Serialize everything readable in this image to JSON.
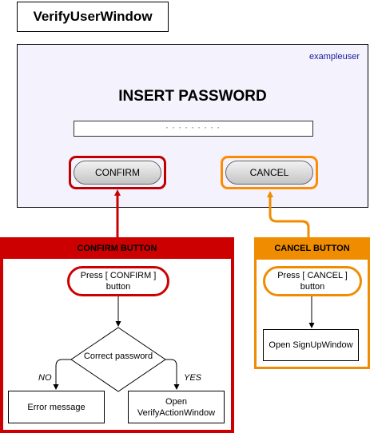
{
  "window_title_box": {
    "label": "VerifyUserWindow"
  },
  "window": {
    "username": "exampleuser",
    "heading": "INSERT PASSWORD",
    "password_field": {
      "value": "·········"
    },
    "confirm_button": {
      "label": "CONFIRM"
    },
    "cancel_button": {
      "label": "CANCEL"
    }
  },
  "confirm_panel": {
    "header": "CONFIRM BUTTON",
    "start": "Press [ CONFIRM ] button",
    "decision": "Correct password",
    "no_label": "NO",
    "yes_label": "YES",
    "no_result": "Error message",
    "yes_result": "Open VerifyActionWindow"
  },
  "cancel_panel": {
    "header": "CANCEL BUTTON",
    "start": "Press [ CANCEL ] button",
    "result": "Open SignUpWindow"
  },
  "colors": {
    "confirm": "#cc0000",
    "cancel": "#f08c00",
    "window_bg": "#f4f2fd"
  }
}
